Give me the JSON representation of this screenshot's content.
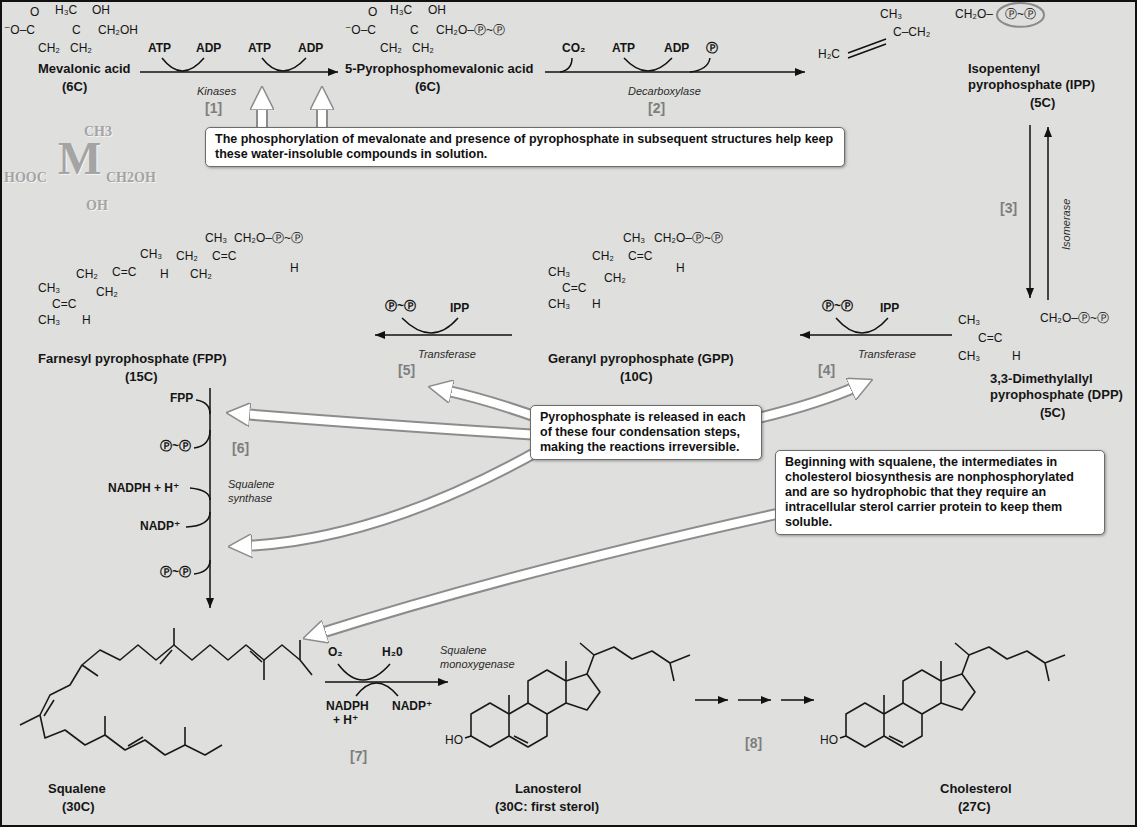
{
  "diagram": {
    "nodes": [
      {
        "text": [
          "The phosphorylation of mevalonate and presence of pyrophosphate in subsequent structures help keep these water-insoluble compounds in solution."
        ]
      },
      {
        "text": [
          "Pyrophosphate is released in each of these four condensation steps, making the reactions irreversible."
        ]
      },
      {
        "text": [
          "Beginning with squalene, the intermediates in cholesterol biosynthesis are nonphosphorylated and are so hydrophobic that they require an intracellular sterol carrier protein to keep them soluble."
        ]
      }
    ],
    "labels": [
      "O",
      "H₃C",
      "OH",
      "⁻O–C",
      "C",
      "CH₂OH",
      "CH₂",
      "CH₂",
      "Mevalonic acid",
      "(6C)",
      "ATP",
      "ADP",
      "ATP",
      "ADP",
      "Kinases",
      "[1]",
      "O",
      "H₃C",
      "OH",
      "⁻O–C",
      "C",
      "CH₂O–Ⓟ~Ⓟ",
      "CH₂",
      "CH₂",
      "5-Pyrophosphomevalonic acid",
      "(6C)",
      "CO₂",
      "ATP",
      "ADP",
      "Ⓟ",
      "Decarboxylase",
      "[2]",
      "CH₃",
      "CH₂O–",
      "Ⓟ~Ⓟ",
      "C–CH₂",
      "H₂C",
      "Isopentenyl",
      "pyrophosphate (IPP)",
      "(5C)",
      "CH3",
      "M",
      "HOOC",
      "CH2OH",
      "OH",
      "[3]",
      "Isomerase",
      "CH₃",
      "CH₂O–Ⓟ~Ⓟ",
      "C=C",
      "CH₃",
      "H",
      "3,3-Dimethylallyl",
      "pyrophosphate (DPP)",
      "(5C)",
      "Ⓟ~Ⓟ",
      "IPP",
      "Transferase",
      "[4]",
      "CH₃",
      "CH₂O–Ⓟ~Ⓟ",
      "CH₃",
      "CH₂",
      "C=C",
      "H",
      "C=C",
      "CH₂",
      "CH₃",
      "H",
      "Geranyl pyrophosphate (GPP)",
      "(10C)",
      "Ⓟ~Ⓟ",
      "IPP",
      "Transferase",
      "[5]",
      "CH₃",
      "CH₂O–Ⓟ~Ⓟ",
      "CH₃",
      "CH₂",
      "C=C",
      "H",
      "CH₃",
      "CH₂",
      "C=C",
      "H",
      "CH₂",
      "C=C",
      "CH₂",
      "CH₃",
      "H",
      "Farnesyl pyrophosphate (FPP)",
      "(15C)",
      "FPP",
      "Ⓟ~Ⓟ",
      "[6]",
      "NADPH + H⁺",
      "Squalene",
      "synthase",
      "NADP⁺",
      "Ⓟ~Ⓟ",
      "Squalene",
      "(30C)",
      "O₂",
      "H₂0",
      "Squalene",
      "monoxygenase",
      "NADPH",
      "+ H⁺",
      "NADP⁺",
      "[7]",
      "HO",
      "Lanosterol",
      "(30C: first sterol)",
      "[8]",
      "HO",
      "Cholesterol",
      "(27C)"
    ]
  }
}
